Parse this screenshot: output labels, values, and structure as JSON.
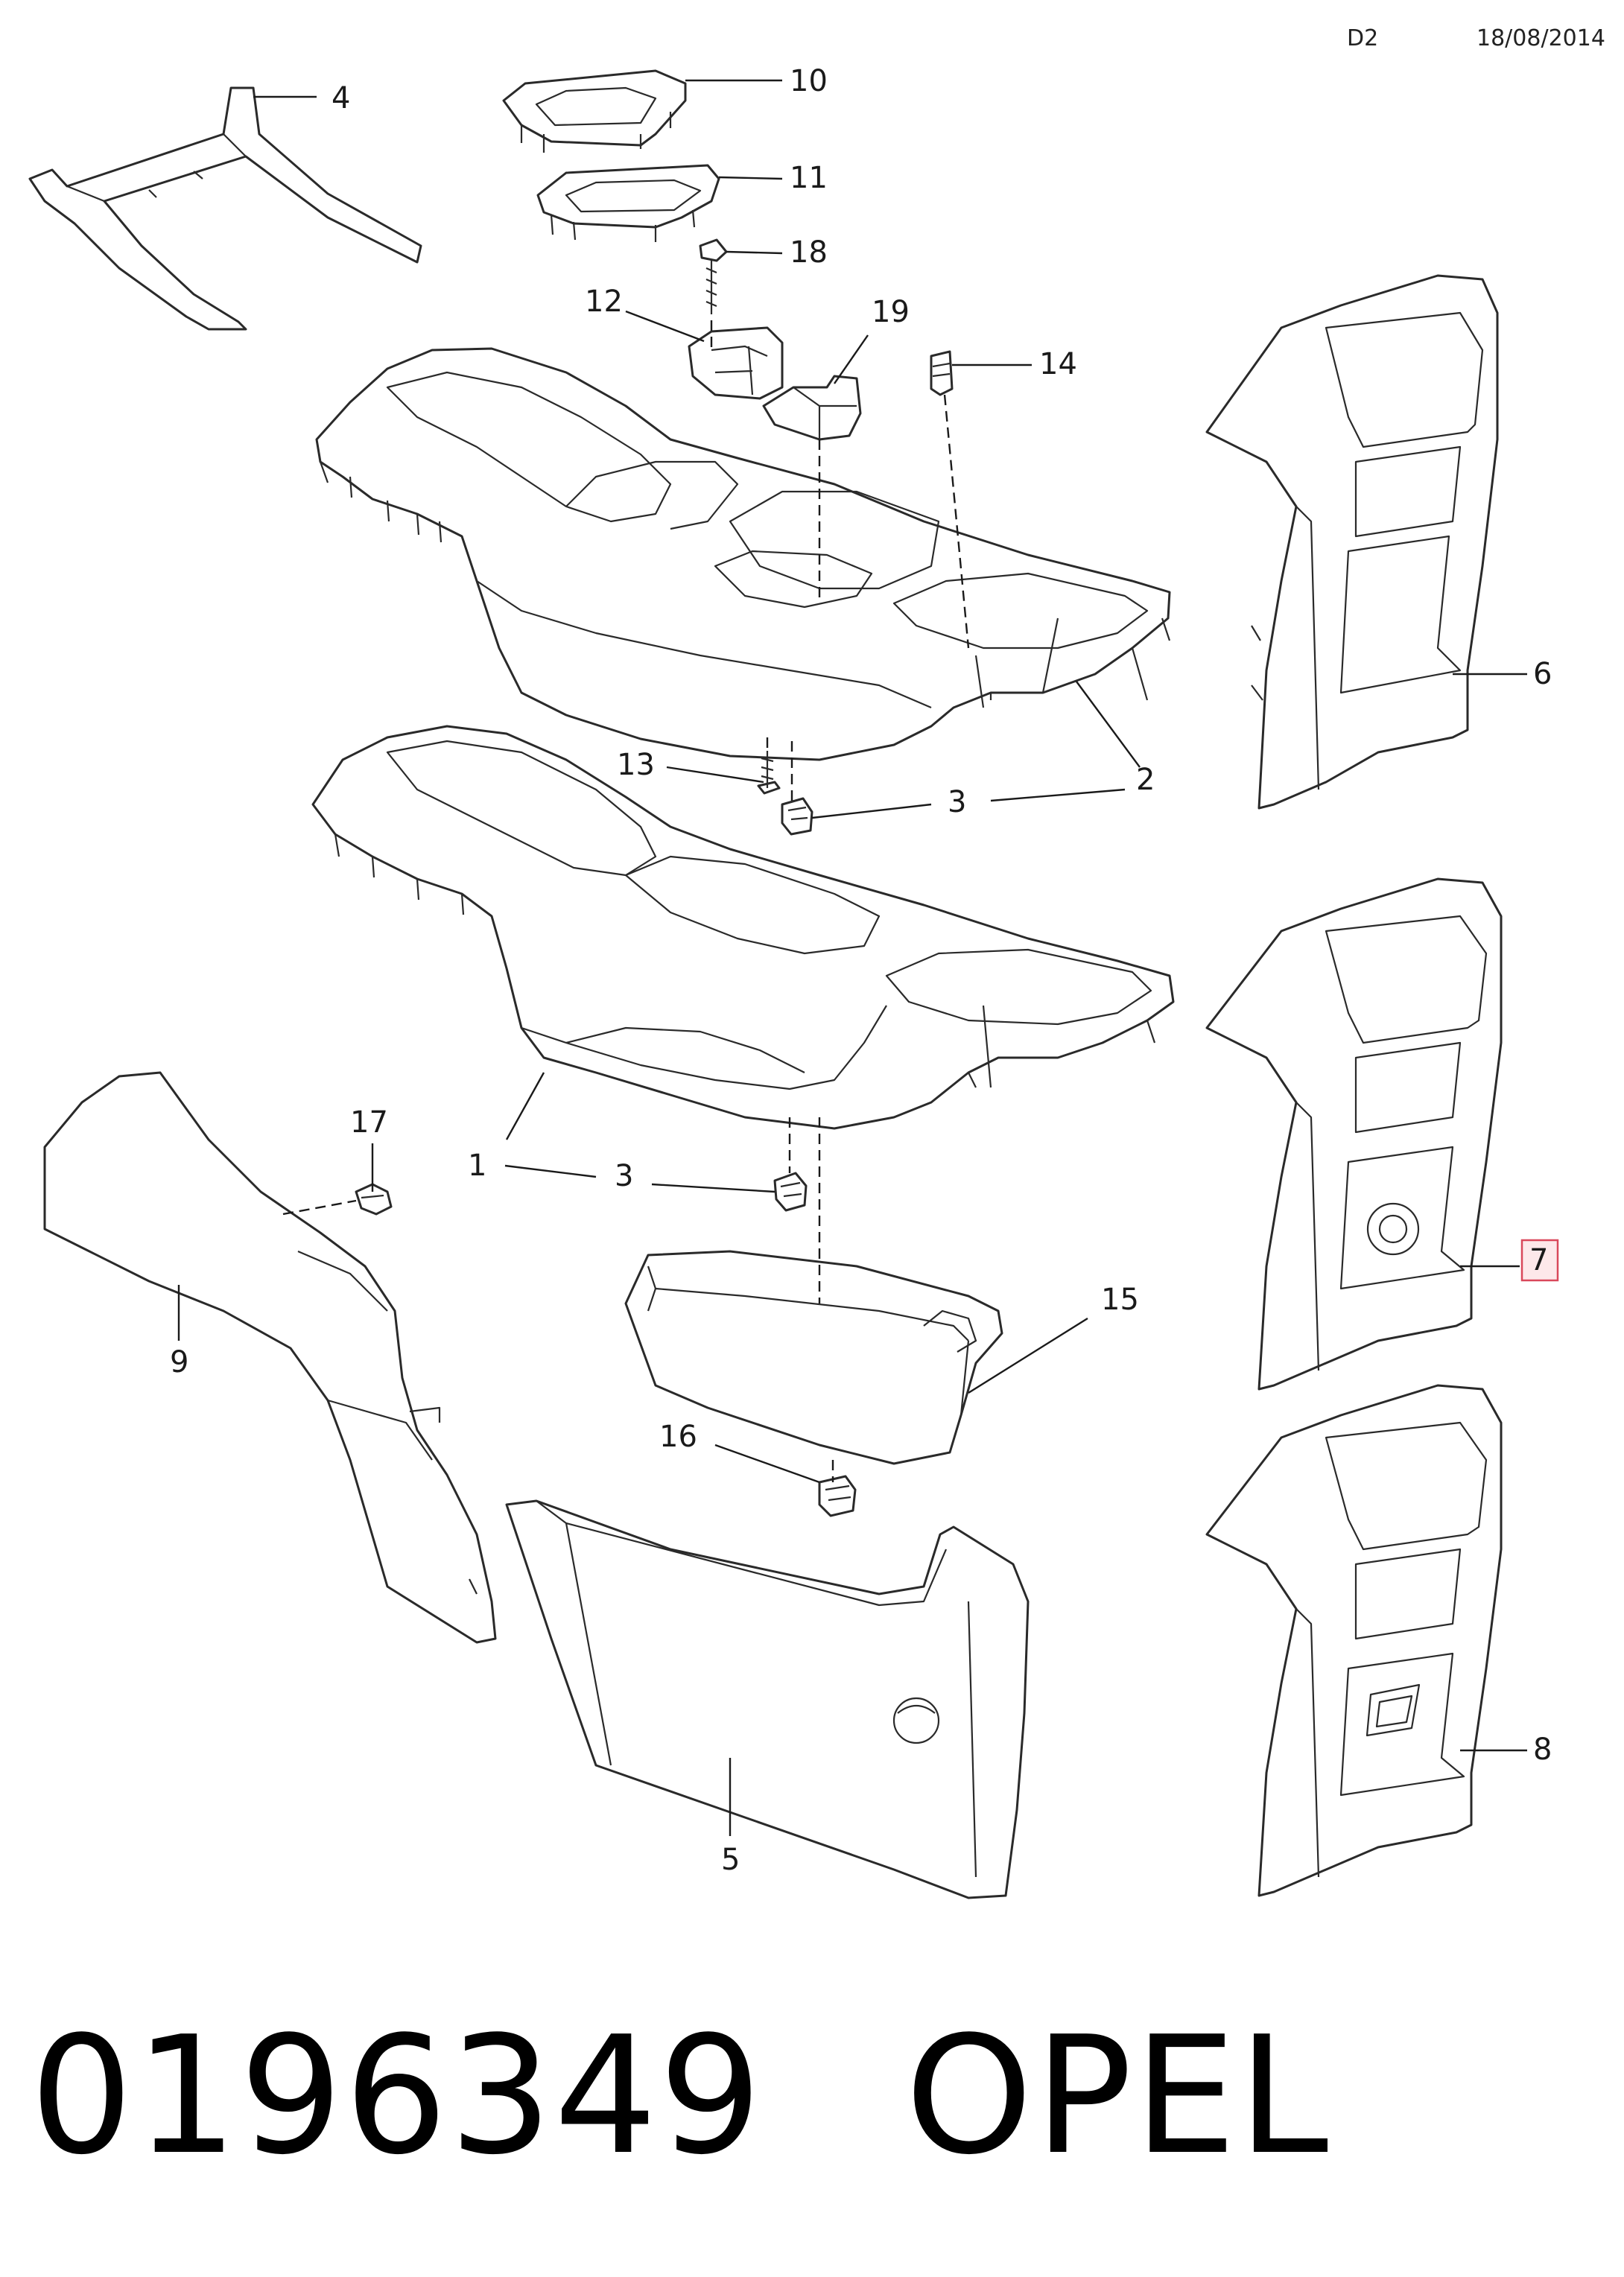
{
  "header": {
    "page_code": "D2",
    "date": "18/08/2014"
  },
  "callouts": {
    "c1": "1",
    "c2": "2",
    "c3a": "3",
    "c3b": "3",
    "c4": "4",
    "c5": "5",
    "c6": "6",
    "c7": "7",
    "c8": "8",
    "c9": "9",
    "c10": "10",
    "c11": "11",
    "c12": "12",
    "c13": "13",
    "c14": "14",
    "c15": "15",
    "c16": "16",
    "c17": "17",
    "c18": "18",
    "c19": "19"
  },
  "highlighted_callout": "7",
  "highlight_color": "#d9485b",
  "highlight_fill": "#fde8ea",
  "caption": {
    "part_number": "0196349",
    "brand": "OPEL"
  }
}
